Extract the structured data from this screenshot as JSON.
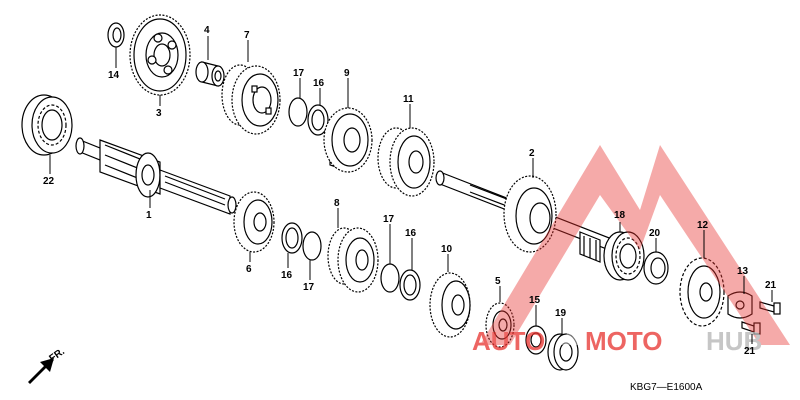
{
  "diagram": {
    "code": "KBG7—E1600A",
    "direction_label": "FR.",
    "watermark": {
      "text_a": "AUTO",
      "text_b": "MOTO",
      "text_c": "HUB",
      "color_red": "#e8322e",
      "color_gray": "#b4b4b4"
    },
    "parts": [
      {
        "id": "p1",
        "label": "1"
      },
      {
        "id": "p2",
        "label": "2"
      },
      {
        "id": "p3",
        "label": "3"
      },
      {
        "id": "p4",
        "label": "4"
      },
      {
        "id": "p5",
        "label": "5"
      },
      {
        "id": "p6",
        "label": "6"
      },
      {
        "id": "p7",
        "label": "7"
      },
      {
        "id": "p8",
        "label": "8"
      },
      {
        "id": "p9",
        "label": "9"
      },
      {
        "id": "p10",
        "label": "10"
      },
      {
        "id": "p11",
        "label": "11"
      },
      {
        "id": "p12",
        "label": "12"
      },
      {
        "id": "p13",
        "label": "13"
      },
      {
        "id": "p14",
        "label": "14"
      },
      {
        "id": "p15",
        "label": "15"
      },
      {
        "id": "p16a",
        "label": "16"
      },
      {
        "id": "p16b",
        "label": "16"
      },
      {
        "id": "p16c",
        "label": "16"
      },
      {
        "id": "p17a",
        "label": "17"
      },
      {
        "id": "p17b",
        "label": "17"
      },
      {
        "id": "p17c",
        "label": "17"
      },
      {
        "id": "p18",
        "label": "18"
      },
      {
        "id": "p19",
        "label": "19"
      },
      {
        "id": "p20",
        "label": "20"
      },
      {
        "id": "p21a",
        "label": "21"
      },
      {
        "id": "p21b",
        "label": "21"
      },
      {
        "id": "p22",
        "label": "22"
      }
    ]
  }
}
